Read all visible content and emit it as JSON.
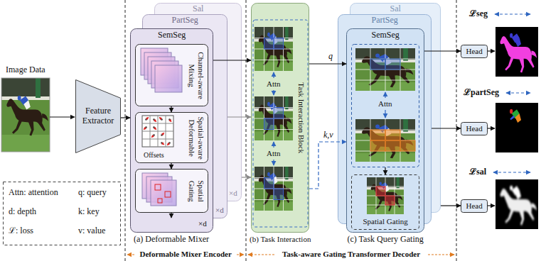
{
  "diagram": {
    "nodes": [
      {
        "text": [
          "Feature Extractor"
        ]
      },
      {
        "text": [
          "Attn: attention",
          "q: query",
          "d: depth",
          "k: key",
          "ℒ: loss",
          "v: value"
        ]
      },
      {
        "text": [
          "Sal",
          "×d"
        ]
      },
      {
        "text": [
          "PartSeg",
          "×d"
        ]
      },
      {
        "text": [
          "SemSeg",
          "×d"
        ]
      },
      {
        "text": [
          "Channel-aware Mixing"
        ],
        "in": 4
      },
      {
        "text": [
          "Spatial-aware Deformable",
          "Offsets"
        ],
        "in": 4
      },
      {
        "text": [
          "Spatial Gating"
        ],
        "in": 4
      },
      {
        "text": [
          "Attn",
          "Attn",
          "Task Interaction Block"
        ]
      },
      {
        "text": [
          "Sal"
        ]
      },
      {
        "text": [
          "PartSeg"
        ]
      },
      {
        "text": [
          "SemSeg"
        ]
      },
      {
        "text": [
          "Attn"
        ],
        "in": 11
      },
      {
        "text": [
          "Spatial Gating"
        ],
        "in": 11
      },
      {
        "text": [
          "Head"
        ]
      },
      {
        "text": [
          "Head"
        ]
      },
      {
        "text": [
          "Head"
        ]
      }
    ],
    "edges": [
      {
        "from": 0,
        "to": 4,
        "arrow": "to"
      },
      {
        "from": 4,
        "to": 8,
        "arrow": "to"
      },
      {
        "from": 3,
        "to": 8,
        "arrow": "to"
      },
      {
        "from": 2,
        "to": 8,
        "arrow": "to"
      },
      {
        "from": 5,
        "to": 6,
        "arrow": "to"
      },
      {
        "from": 6,
        "to": 7,
        "arrow": "to"
      },
      {
        "from": 8,
        "to": 11,
        "label": "q",
        "arrow": "to"
      },
      {
        "from": 8,
        "to": 11,
        "label": "k,v",
        "arrow": "to"
      },
      {
        "from": 12,
        "to": 13,
        "arrow": "to"
      },
      {
        "from": 11,
        "to": 14,
        "arrow": "to"
      },
      {
        "from": 10,
        "to": 15,
        "arrow": "to"
      },
      {
        "from": 9,
        "to": 16,
        "arrow": "to"
      }
    ],
    "labels": [
      "Image Data",
      "(a) Deformable Mixer",
      "(b) Task Interaction",
      "(c) Task Query Gating",
      "ℒseg",
      "ℒpartSeg",
      "ℒsal",
      "Deformable Mixer Encoder",
      "Task-aware Gating Transformer Decoder"
    ]
  }
}
